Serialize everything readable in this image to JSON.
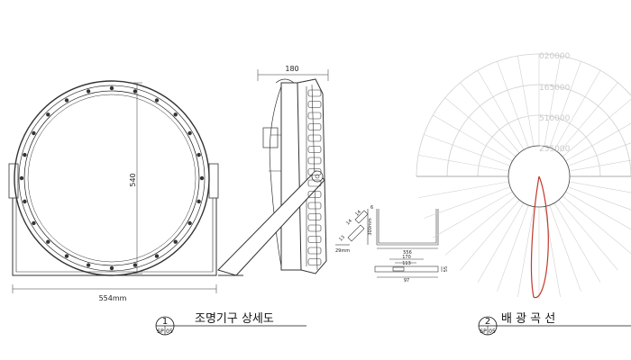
{
  "front_view": {
    "height_dim": "540",
    "width_dim": "554mm"
  },
  "side_view": {
    "width_dim": "180"
  },
  "detail": {
    "dim_6": "6",
    "dim_300": "300mm",
    "dim_556": "556",
    "dim_170": "170",
    "dim_113": "113",
    "dim_97": "97",
    "dim_55": "55",
    "dim_29": "29mm",
    "dim_13": "13",
    "dim_14": "14",
    "dim_14b": "14"
  },
  "drawing_1": {
    "number": "1",
    "sheet": "SP",
    "page": "05",
    "title": "조명기구 상세도"
  },
  "drawing_2": {
    "number": "2",
    "sheet": "SP",
    "page": "05",
    "title": "배  광  곡  선"
  },
  "polar_chart": {
    "labels": [
      "020000",
      "165000",
      "510000",
      "255000"
    ],
    "grid_color": "#d0d0d0",
    "curve_color": "#c0392b"
  }
}
